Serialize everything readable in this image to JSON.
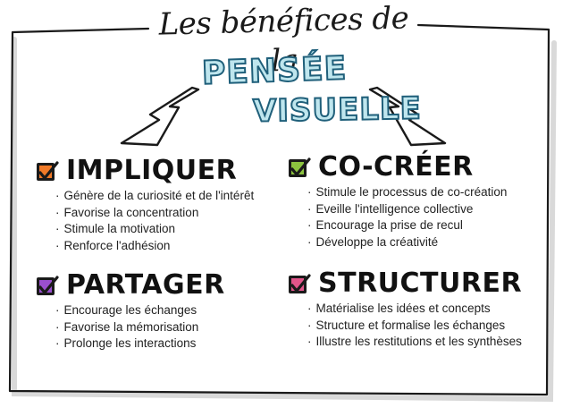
{
  "header": {
    "script_title": "Les bénéfices de la",
    "main_title_line1": "PENSÉE",
    "main_title_line2": "VISUELLE"
  },
  "colors": {
    "title_fill": "#bfe6ee",
    "title_stroke": "#1f5f7a",
    "impliquer": "#f07a28",
    "co_creer": "#8cc43f",
    "partager": "#9a4fcf",
    "structurer": "#e2558a"
  },
  "sections": [
    {
      "id": "impliquer",
      "title": "IMPLIQUER",
      "color": "#f07a28",
      "items": [
        "Génère de la curiosité et de l'intérêt",
        "Favorise la concentration",
        "Stimule la motivation",
        "Renforce l'adhésion"
      ]
    },
    {
      "id": "co-creer",
      "title": "CO-CRÉER",
      "color": "#8cc43f",
      "items": [
        "Stimule le processus de co-création",
        "Eveille l'intelligence collective",
        "Encourage la prise de recul",
        "Développe la créativité"
      ]
    },
    {
      "id": "partager",
      "title": "PARTAGER",
      "color": "#9a4fcf",
      "items": [
        "Encourage les échanges",
        "Favorise la mémorisation",
        "Prolonge les interactions"
      ]
    },
    {
      "id": "structurer",
      "title": "STRUCTURER",
      "color": "#e2558a",
      "items": [
        "Matérialise les idées et concepts",
        "Structure et formalise les échanges",
        "Illustre les restitutions et les synthèses"
      ]
    }
  ]
}
